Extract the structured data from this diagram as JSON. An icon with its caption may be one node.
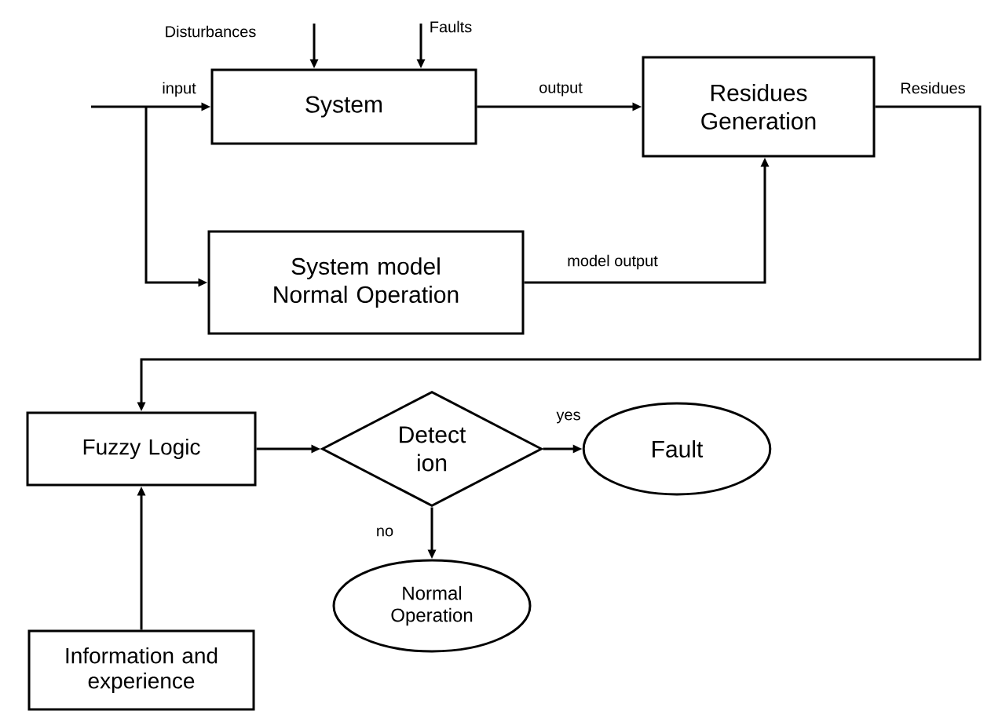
{
  "diagram": {
    "nodes": [
      {
        "text": [
          "System"
        ]
      },
      {
        "text": [
          "Residues Generation"
        ]
      },
      {
        "text": [
          "System model Normal Operation"
        ]
      },
      {
        "text": [
          "Fuzzy Logic"
        ]
      },
      {
        "text": [
          "Detect ion"
        ]
      },
      {
        "text": [
          "Fault"
        ]
      },
      {
        "text": [
          "Normal Operation"
        ]
      },
      {
        "text": [
          "Information and experience"
        ]
      }
    ],
    "edges": [
      {
        "from": null,
        "to": 0,
        "arrow": "to",
        "label": "Disturbances"
      },
      {
        "from": null,
        "to": 0,
        "arrow": "to",
        "label": "Faults"
      },
      {
        "from": null,
        "to": 0,
        "arrow": "to",
        "label": "input"
      },
      {
        "from": null,
        "to": 2,
        "arrow": "to"
      },
      {
        "from": 0,
        "to": 1,
        "arrow": "to",
        "label": "output"
      },
      {
        "from": 2,
        "to": 1,
        "arrow": "to",
        "label": "model output"
      },
      {
        "from": 1,
        "to": 3,
        "arrow": "to",
        "label": "Residues"
      },
      {
        "from": 3,
        "to": 4,
        "arrow": "to"
      },
      {
        "from": 4,
        "to": 5,
        "arrow": "to",
        "label": "yes"
      },
      {
        "from": 4,
        "to": 6,
        "arrow": "to",
        "label": "no"
      },
      {
        "from": 7,
        "to": 3,
        "arrow": "to"
      }
    ]
  }
}
